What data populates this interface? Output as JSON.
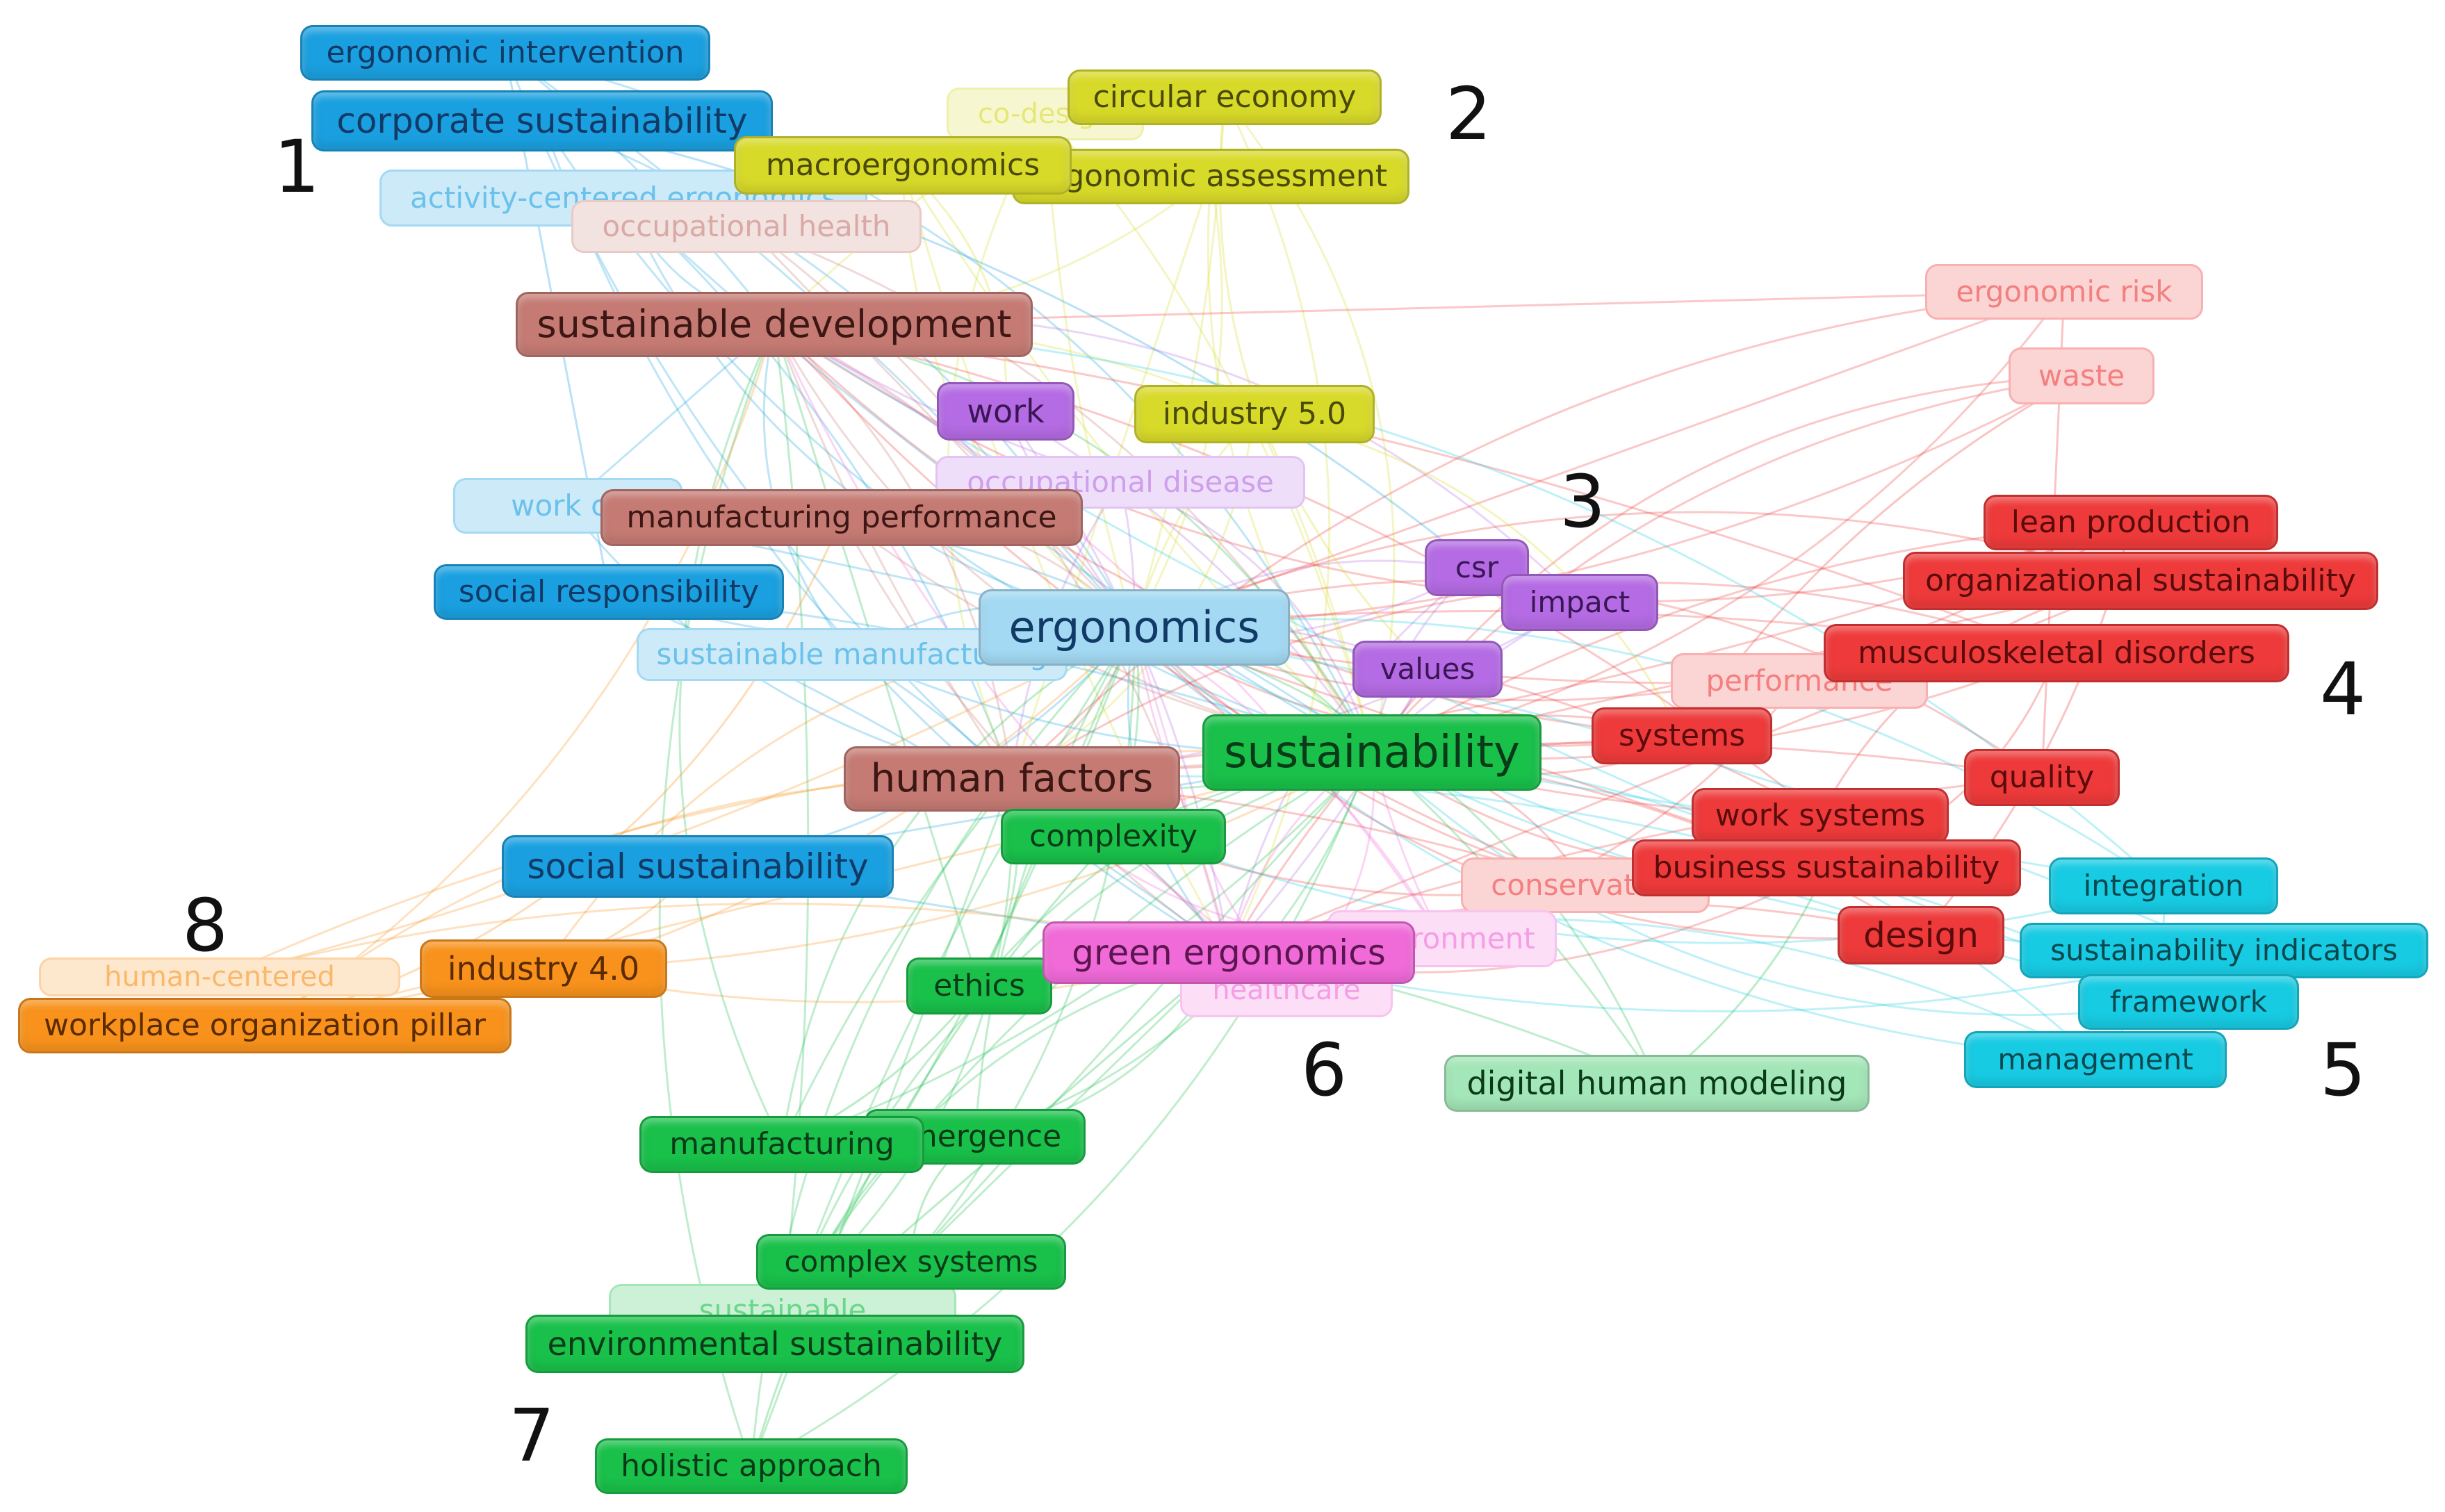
{
  "clusters": [
    {
      "id": 1,
      "color": "#1aa0e0",
      "text": "#123a66"
    },
    {
      "id": 2,
      "color": "#d8da2a",
      "text": "#4a4a06"
    },
    {
      "id": 3,
      "color": "#b46be3",
      "text": "#3b1656"
    },
    {
      "id": 4,
      "color": "#ee3a3a",
      "text": "#5a0b0b"
    },
    {
      "id": 5,
      "color": "#17cbe3",
      "text": "#0a4850"
    },
    {
      "id": 6,
      "color": "#f06ad8",
      "text": "#5b1650"
    },
    {
      "id": 7,
      "color": "#19c04a",
      "text": "#0a3a18"
    },
    {
      "id": 8,
      "color": "#f8921c",
      "text": "#5a2a00"
    },
    {
      "id": 9,
      "color": "#c57b74",
      "text": "#3d1714"
    }
  ],
  "cluster_numbers": [
    "1",
    "2",
    "3",
    "4",
    "5",
    "6",
    "7",
    "8"
  ],
  "nodes": [
    {
      "label": "ergonomic intervention",
      "cluster": 1,
      "faded": false
    },
    {
      "label": "corporate sustainability",
      "cluster": 1,
      "faded": false
    },
    {
      "label": "activity-centered ergonomics",
      "cluster": 1,
      "faded": true
    },
    {
      "label": "social responsibility",
      "cluster": 1,
      "faded": false
    },
    {
      "label": "work co",
      "cluster": 1,
      "faded": true
    },
    {
      "label": "ergonomics",
      "cluster": 1,
      "faded": false,
      "light": true
    },
    {
      "label": "sustainable manufacturing",
      "cluster": 1,
      "faded": true
    },
    {
      "label": "social sustainability",
      "cluster": 1,
      "faded": false
    },
    {
      "label": "co-design",
      "cluster": 2,
      "faded": true
    },
    {
      "label": "circular economy",
      "cluster": 2,
      "faded": false
    },
    {
      "label": "ergonomic assessment",
      "cluster": 2,
      "faded": false
    },
    {
      "label": "macroergonomics",
      "cluster": 2,
      "faded": false
    },
    {
      "label": "industry 5.0",
      "cluster": 2,
      "faded": false
    },
    {
      "label": "occupational health",
      "cluster": 9,
      "faded": true
    },
    {
      "label": "sustainable development",
      "cluster": 9,
      "faded": false
    },
    {
      "label": "manufacturing performance",
      "cluster": 9,
      "faded": false
    },
    {
      "label": "human factors",
      "cluster": 9,
      "faded": false
    },
    {
      "label": "work",
      "cluster": 3,
      "faded": false
    },
    {
      "label": "occupational disease",
      "cluster": 3,
      "faded": true
    },
    {
      "label": "csr",
      "cluster": 3,
      "faded": false
    },
    {
      "label": "impact",
      "cluster": 3,
      "faded": false
    },
    {
      "label": "values",
      "cluster": 3,
      "faded": false
    },
    {
      "label": "ergonomic risk",
      "cluster": 4,
      "faded": true
    },
    {
      "label": "waste",
      "cluster": 4,
      "faded": true
    },
    {
      "label": "lean production",
      "cluster": 4,
      "faded": false
    },
    {
      "label": "organizational sustainability",
      "cluster": 4,
      "faded": false
    },
    {
      "label": "musculoskeletal disorders",
      "cluster": 4,
      "faded": false
    },
    {
      "label": "performance",
      "cluster": 4,
      "faded": true
    },
    {
      "label": "systems",
      "cluster": 4,
      "faded": false
    },
    {
      "label": "quality",
      "cluster": 4,
      "faded": false
    },
    {
      "label": "work systems",
      "cluster": 4,
      "faded": false
    },
    {
      "label": "business sustainability",
      "cluster": 4,
      "faded": false
    },
    {
      "label": "conservation",
      "cluster": 4,
      "faded": true
    },
    {
      "label": "design",
      "cluster": 4,
      "faded": false
    },
    {
      "label": "integration",
      "cluster": 5,
      "faded": false
    },
    {
      "label": "sustainability indicators",
      "cluster": 5,
      "faded": false
    },
    {
      "label": "framework",
      "cluster": 5,
      "faded": false
    },
    {
      "label": "management",
      "cluster": 5,
      "faded": false
    },
    {
      "label": "sustainability",
      "cluster": 7,
      "faded": false
    },
    {
      "label": "complexity",
      "cluster": 7,
      "faded": false
    },
    {
      "label": "ethics",
      "cluster": 7,
      "faded": false
    },
    {
      "label": "emergence",
      "cluster": 7,
      "faded": false
    },
    {
      "label": "manufacturing",
      "cluster": 7,
      "faded": false
    },
    {
      "label": "complex systems",
      "cluster": 7,
      "faded": false
    },
    {
      "label": "sustainable",
      "cluster": 7,
      "faded": true
    },
    {
      "label": "environmental sustainability",
      "cluster": 7,
      "faded": false
    },
    {
      "label": "holistic approach",
      "cluster": 7,
      "faded": false
    },
    {
      "label": "digital human modeling",
      "cluster": 7,
      "faded": false,
      "light": true
    },
    {
      "label": "environment",
      "cluster": 6,
      "faded": true
    },
    {
      "label": "green ergonomics",
      "cluster": 6,
      "faded": false
    },
    {
      "label": "healthcare",
      "cluster": 6,
      "faded": true
    },
    {
      "label": "industry 4.0",
      "cluster": 8,
      "faded": false
    },
    {
      "label": "workplace organization pillar",
      "cluster": 8,
      "faded": false
    },
    {
      "label": "human-centered",
      "cluster": 8,
      "faded": true
    }
  ]
}
